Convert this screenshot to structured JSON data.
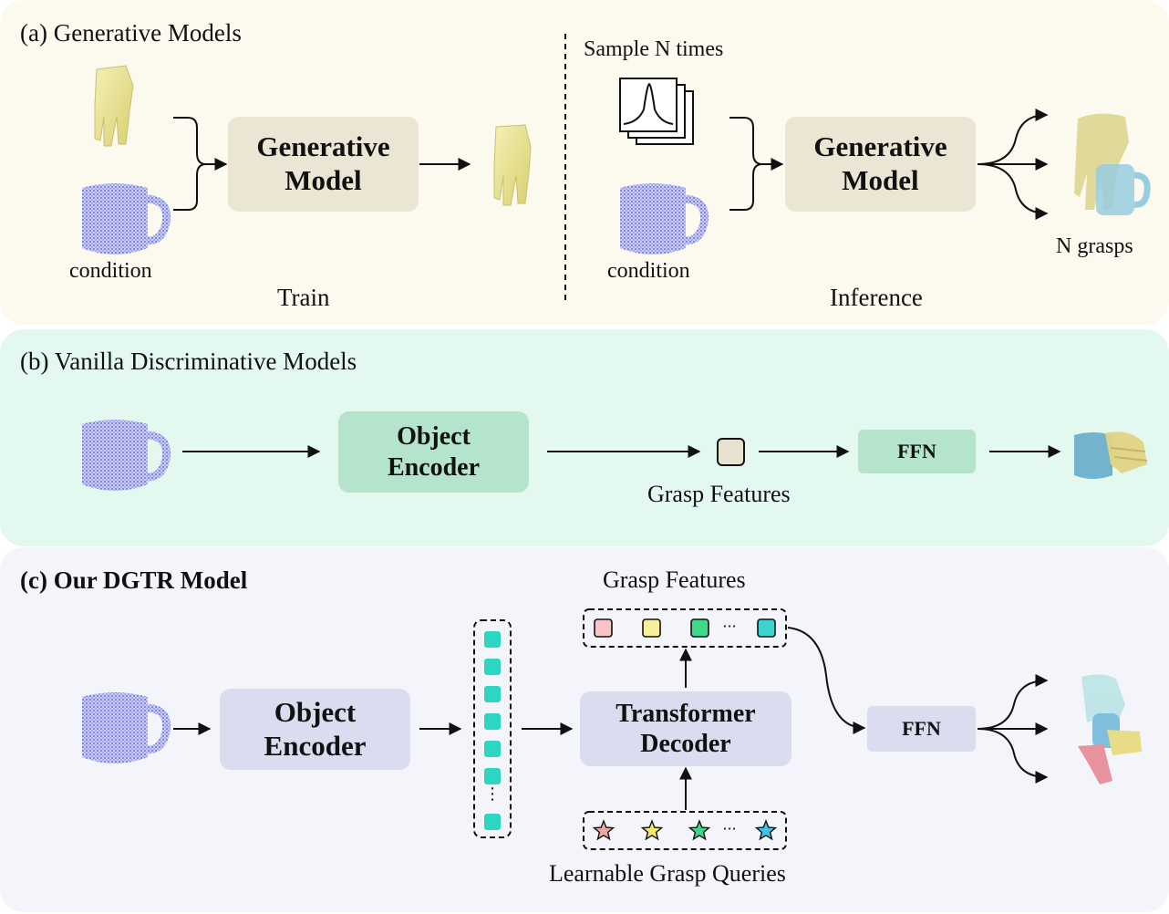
{
  "panel_a": {
    "title": "(a) Generative Models",
    "train": {
      "box_line1": "Generative",
      "box_line2": "Model",
      "condition": "condition",
      "caption": "Train"
    },
    "inference": {
      "sample_label": "Sample N times",
      "box_line1": "Generative",
      "box_line2": "Model",
      "condition": "condition",
      "output": "N grasps",
      "caption": "Inference"
    }
  },
  "panel_b": {
    "title": "(b) Vanilla Discriminative Models",
    "encoder_line1": "Object",
    "encoder_line2": "Encoder",
    "feature_label": "Grasp Features",
    "ffn": "FFN"
  },
  "panel_c": {
    "title": "(c) Our DGTR Model",
    "encoder_line1": "Object",
    "encoder_line2": "Encoder",
    "decoder_line1": "Transformer",
    "decoder_line2": "Decoder",
    "features_label": "Grasp Features",
    "queries_label": "Learnable Grasp Queries",
    "ffn": "FFN",
    "ellipsis": "···",
    "feature_colors": [
      "#f8c4c4",
      "#f6f09a",
      "#3fd88a",
      "#3fd3d0"
    ],
    "query_colors": [
      "#f2a5a5",
      "#f5ea63",
      "#3fd88a",
      "#43c3e8"
    ],
    "token_color": "#2cd6c0"
  },
  "colors": {
    "panel_a_bg": "#fcf9ef",
    "panel_b_bg": "#e3f9ef",
    "panel_c_bg": "#f4f4fb",
    "hand": "#ece79a",
    "mug_points": "#5059d8"
  }
}
